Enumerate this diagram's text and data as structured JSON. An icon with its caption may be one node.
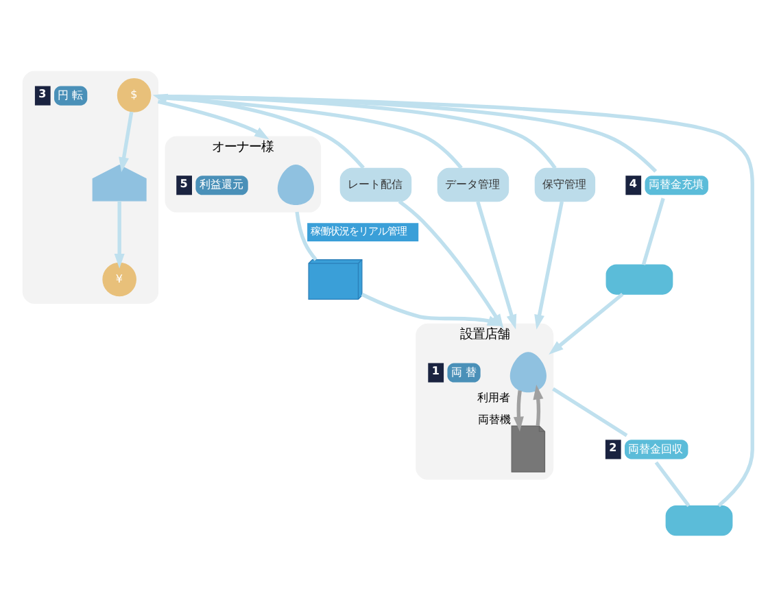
{
  "diagram": {
    "nodes": [
      {
        "text": [
          "オーナー様"
        ]
      },
      {
        "text": [],
        "shape": "person",
        "in": 0
      },
      {
        "text": [
          "利益還元"
        ],
        "beside": [
          "5"
        ],
        "in": 0
      },
      {
        "text": [],
        "shape": "computer"
      },
      {
        "text": [
          "設置店舗"
        ]
      },
      {
        "text": [],
        "shape": "person",
        "in": 4,
        "beside": [
          "利用者"
        ]
      },
      {
        "text": [],
        "shape": "machine",
        "in": 4,
        "beside": [
          "両替機"
        ]
      },
      {
        "text": [
          "両 替"
        ],
        "beside": [
          "1"
        ],
        "in": 4
      },
      {
        "text": [],
        "shape": "box"
      },
      {
        "text": [
          "$"
        ],
        "in": 8
      },
      {
        "text": [
          "¥"
        ],
        "in": 8
      },
      {
        "text": [],
        "shape": "bank",
        "in": 8
      },
      {
        "text": [
          "円 転"
        ],
        "beside": [
          "3"
        ],
        "in": 8
      },
      {
        "text": [
          "レート配信"
        ]
      },
      {
        "text": [
          "データ管理"
        ]
      },
      {
        "text": [
          "保守管理"
        ]
      },
      {
        "text": [
          "両替金充填"
        ],
        "beside": [
          "4"
        ]
      },
      {
        "text": [],
        "shape": "truck"
      },
      {
        "text": [
          "両替金回収"
        ],
        "beside": [
          "2"
        ]
      },
      {
        "text": [],
        "shape": "truck"
      }
    ],
    "edges": [
      {
        "from": 0,
        "to": 3,
        "arrow": "none",
        "label": "稼働状況をリアル管理"
      },
      {
        "from": 3,
        "to": 4,
        "arrow": "to"
      },
      {
        "from": 8,
        "to": 0,
        "arrow": "to"
      },
      {
        "from": 8,
        "to": 16,
        "arrow": "none"
      },
      {
        "from": 16,
        "to": 17,
        "arrow": "none"
      },
      {
        "from": 17,
        "to": 4,
        "arrow": "to"
      },
      {
        "from": 8,
        "to": 13,
        "arrow": "none"
      },
      {
        "from": 13,
        "to": 4,
        "arrow": "to"
      },
      {
        "from": 8,
        "to": 14,
        "arrow": "none"
      },
      {
        "from": 14,
        "to": 4,
        "arrow": "to"
      },
      {
        "from": 8,
        "to": 15,
        "arrow": "none"
      },
      {
        "from": 15,
        "to": 4,
        "arrow": "to"
      },
      {
        "from": 6,
        "to": 5,
        "arrow": "to",
        "color": "#a0a0a0"
      },
      {
        "from": 5,
        "to": 6,
        "arrow": "to",
        "color": "#a0a0a0"
      },
      {
        "from": 9,
        "to": 11,
        "arrow": "to"
      },
      {
        "from": 11,
        "to": 10,
        "arrow": "to"
      },
      {
        "from": 4,
        "to": 18,
        "arrow": "none"
      },
      {
        "from": 18,
        "to": 19,
        "arrow": "none"
      },
      {
        "from": 19,
        "to": 8,
        "arrow": "to"
      }
    ]
  }
}
